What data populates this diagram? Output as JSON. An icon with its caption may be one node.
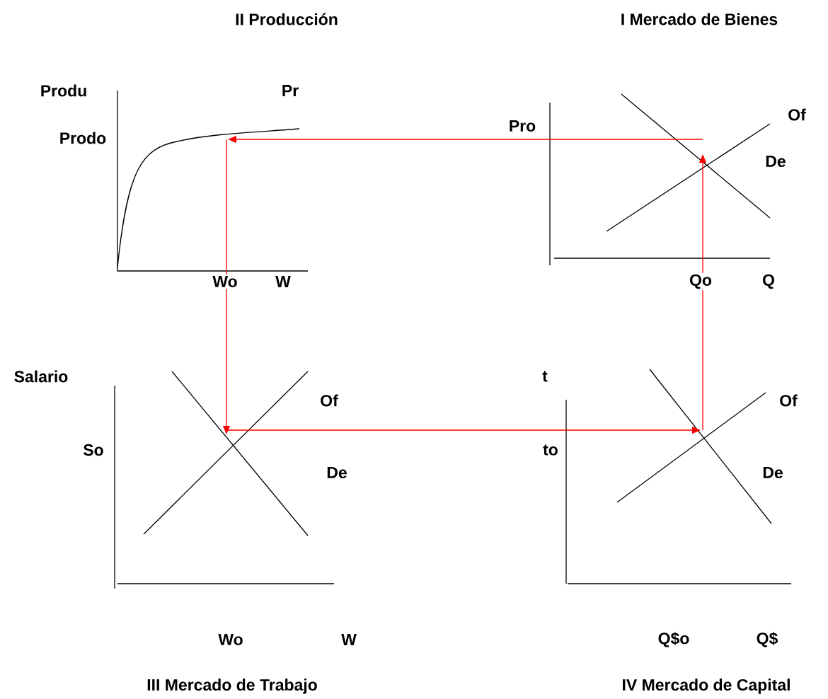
{
  "diagram": {
    "nodes": [
      {
        "text": [],
        "shape": "picture"
      },
      {
        "text": [],
        "shape": "picture"
      },
      {
        "text": [],
        "shape": "picture"
      },
      {
        "text": [],
        "shape": "picture"
      }
    ],
    "edges": [
      {
        "from": 1,
        "to": 0,
        "arrow": "to",
        "color": "#ff0000"
      },
      {
        "from": 0,
        "to": 2,
        "arrow": "to",
        "color": "#ff0000"
      },
      {
        "from": 2,
        "to": 3,
        "arrow": "to",
        "color": "#ff0000"
      },
      {
        "from": 3,
        "to": 1,
        "arrow": "to",
        "color": "#ff0000"
      }
    ],
    "labels": [
      "II Producción",
      "I Mercado de Bienes",
      "Produ",
      "Pr",
      "Of",
      "Prodo",
      "Pro",
      "De",
      "Wo",
      "W",
      "Qo",
      "Q",
      "Salario",
      "t",
      "Of",
      "Of",
      "So",
      "to",
      "De",
      "De",
      "Wo",
      "W",
      "Q$o",
      "Q$",
      "III Mercado de Trabajo",
      "IV Mercado de Capital"
    ]
  }
}
